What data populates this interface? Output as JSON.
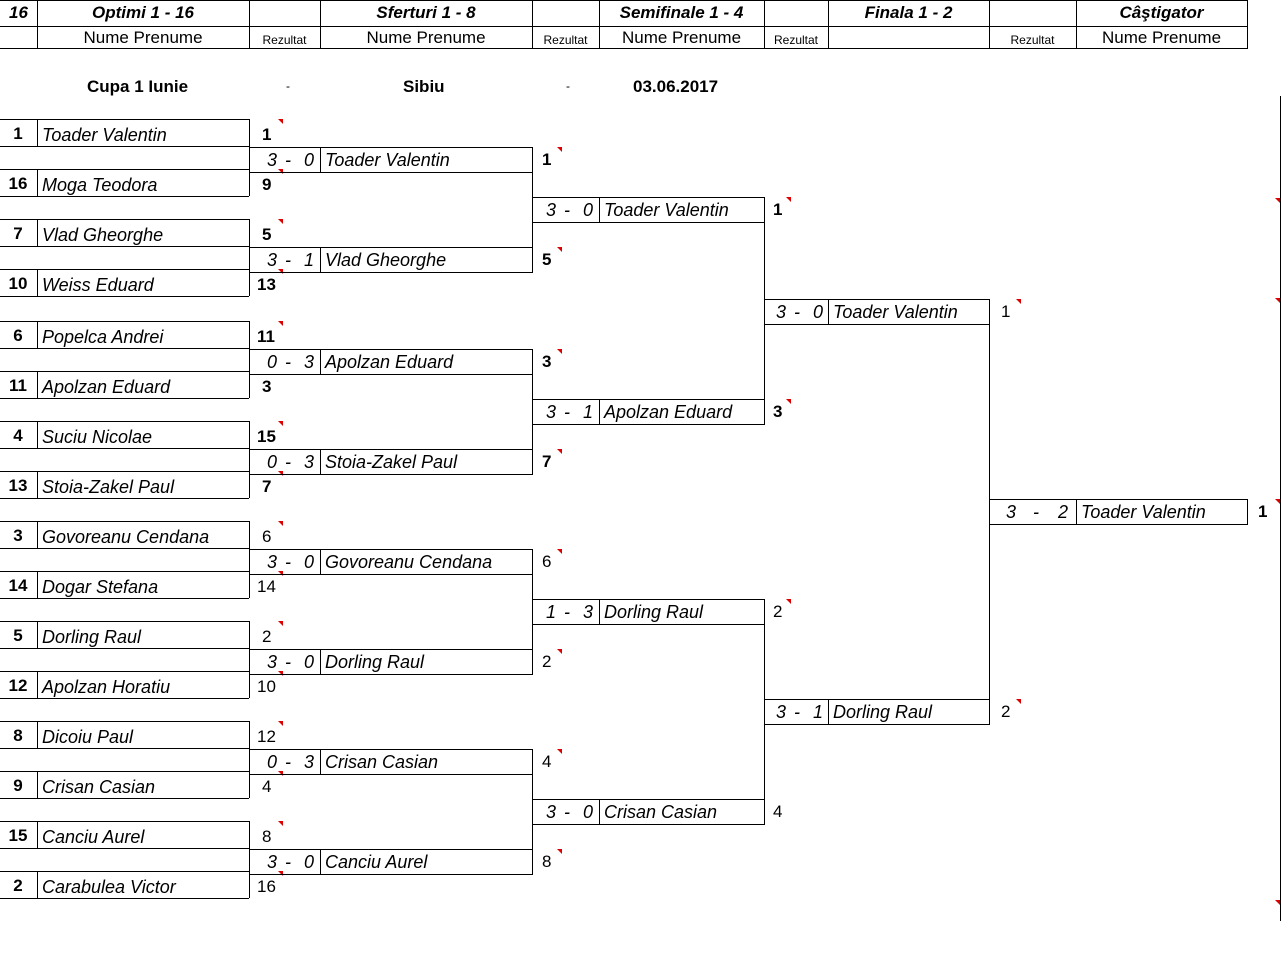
{
  "header": {
    "count": "16",
    "rounds": [
      "Optimi 1 - 16",
      "Sferturi 1 - 8",
      "Semifinale 1 - 4",
      "Finala 1 - 2",
      "Câştigator"
    ],
    "name_label": "Nume Prenume",
    "result_label": "Rezultat"
  },
  "event": {
    "title": "Cupa 1 Iunie",
    "sep1": "-",
    "city": "Sibiu",
    "sep2": "-",
    "date": "03.06.2017"
  },
  "round_of_16": [
    {
      "seed": "1",
      "name": "Toader Valentin",
      "place": "1",
      "bold": true
    },
    {
      "seed": "16",
      "name": "Moga Teodora",
      "place": "9",
      "bold": true
    },
    {
      "seed": "7",
      "name": "Vlad Gheorghe",
      "place": "5",
      "bold": true
    },
    {
      "seed": "10",
      "name": "Weiss Eduard",
      "place": "13",
      "bold": true
    },
    {
      "seed": "6",
      "name": "Popelca Andrei",
      "place": "11",
      "bold": true
    },
    {
      "seed": "11",
      "name": "Apolzan Eduard",
      "place": "3",
      "bold": true
    },
    {
      "seed": "4",
      "name": "Suciu Nicolae",
      "place": "15",
      "bold": true
    },
    {
      "seed": "13",
      "name": "Stoia-Zakel Paul",
      "place": "7",
      "bold": true
    },
    {
      "seed": "3",
      "name": "Govoreanu Cendana",
      "place": "6",
      "bold": false
    },
    {
      "seed": "14",
      "name": "Dogar Stefana",
      "place": "14",
      "bold": false
    },
    {
      "seed": "5",
      "name": "Dorling Raul",
      "place": "2",
      "bold": false
    },
    {
      "seed": "12",
      "name": "Apolzan Horatiu",
      "place": "10",
      "bold": false
    },
    {
      "seed": "8",
      "name": "Dicoiu Paul",
      "place": "12",
      "bold": false
    },
    {
      "seed": "9",
      "name": "Crisan Casian",
      "place": "4",
      "bold": false
    },
    {
      "seed": "15",
      "name": "Canciu Aurel",
      "place": "8",
      "bold": false
    },
    {
      "seed": "2",
      "name": "Carabulea Victor",
      "place": "16",
      "bold": false
    }
  ],
  "quarterfinals": [
    {
      "s1": "3",
      "s2": "0",
      "name": "Toader Valentin",
      "place": "1",
      "bold": true
    },
    {
      "s1": "3",
      "s2": "1",
      "name": "Vlad Gheorghe",
      "place": "5",
      "bold": true
    },
    {
      "s1": "0",
      "s2": "3",
      "name": "Apolzan Eduard",
      "place": "3",
      "bold": true
    },
    {
      "s1": "0",
      "s2": "3",
      "name": "Stoia-Zakel Paul",
      "place": "7",
      "bold": true
    },
    {
      "s1": "3",
      "s2": "0",
      "name": "Govoreanu Cendana",
      "place": "6",
      "bold": false
    },
    {
      "s1": "3",
      "s2": "0",
      "name": "Dorling Raul",
      "place": "2",
      "bold": false
    },
    {
      "s1": "0",
      "s2": "3",
      "name": "Crisan Casian",
      "place": "4",
      "bold": false
    },
    {
      "s1": "3",
      "s2": "0",
      "name": "Canciu Aurel",
      "place": "8",
      "bold": false
    }
  ],
  "semifinals": [
    {
      "s1": "3",
      "s2": "0",
      "name": "Toader Valentin",
      "place": "1",
      "bold": true
    },
    {
      "s1": "3",
      "s2": "1",
      "name": "Apolzan Eduard",
      "place": "3",
      "bold": true
    },
    {
      "s1": "1",
      "s2": "3",
      "name": "Dorling Raul",
      "place": "2",
      "bold": false
    },
    {
      "s1": "3",
      "s2": "0",
      "name": "Crisan Casian",
      "place": "4",
      "bold": false
    }
  ],
  "final": [
    {
      "s1": "3",
      "s2": "0",
      "name": "Toader Valentin",
      "place": "1",
      "bold": false
    },
    {
      "s1": "3",
      "s2": "1",
      "name": "Dorling Raul",
      "place": "2",
      "bold": false
    }
  ],
  "winner": {
    "s1": "3",
    "s2": "2",
    "name": "Toader Valentin",
    "place": "1",
    "bold": true
  },
  "sep": "-",
  "colors": {
    "line": "#000000",
    "comment_marker": "#dd0000"
  }
}
